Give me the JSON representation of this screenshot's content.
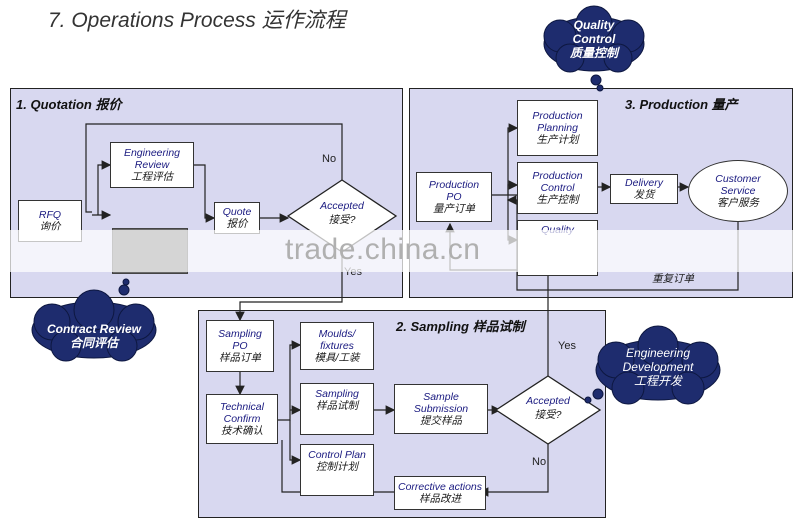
{
  "title": "7. Operations Process 运作流程",
  "watermark": "trade.china.cn",
  "clouds": {
    "quality_control": [
      "Quality",
      "Control",
      "质量控制"
    ],
    "contract_review": [
      "Contract Review",
      "合同评估"
    ],
    "engineering_development": [
      "Engineering",
      "Development",
      "工程开发"
    ]
  },
  "quotation": {
    "title": "1. Quotation 报价",
    "rfq": [
      "RFQ",
      "询价"
    ],
    "engineering_review": [
      "Engineering",
      "Review",
      "工程评估"
    ],
    "quote": [
      "Quote",
      "报价"
    ],
    "accepted": [
      "Accepted",
      "接受?"
    ],
    "no_label": "No",
    "yes_label": "Yes"
  },
  "production": {
    "title": "3. Production 量产",
    "production_po": [
      "Production",
      "PO",
      "量产订单"
    ],
    "production_planning": [
      "Production",
      "Planning",
      "生产计划"
    ],
    "production_control": [
      "Production",
      "Control",
      "生产控制"
    ],
    "quality_box": "Quality",
    "delivery": [
      "Delivery",
      "发货"
    ],
    "customer_service": [
      "Customer",
      "Service",
      "客户服务"
    ],
    "reorder": "重复订单"
  },
  "sampling": {
    "title": "2. Sampling 样品试制",
    "sampling_po": [
      "Sampling",
      "PO",
      "样品订单"
    ],
    "technical_confirm": [
      "Technical",
      "Confirm",
      "技术确认"
    ],
    "moulds": [
      "Moulds/",
      "fixtures",
      "模具/工装"
    ],
    "sampling_box": [
      "Sampling",
      "样品试制"
    ],
    "control_plan": [
      "Control Plan",
      "控制计划"
    ],
    "sample_submission": [
      "Sample",
      "Submission",
      "提交样品"
    ],
    "accepted": [
      "Accepted",
      "接受?"
    ],
    "corrective_actions": [
      "Corrective actions",
      "样品改进"
    ],
    "yes_label": "Yes",
    "no_label": "No"
  }
}
